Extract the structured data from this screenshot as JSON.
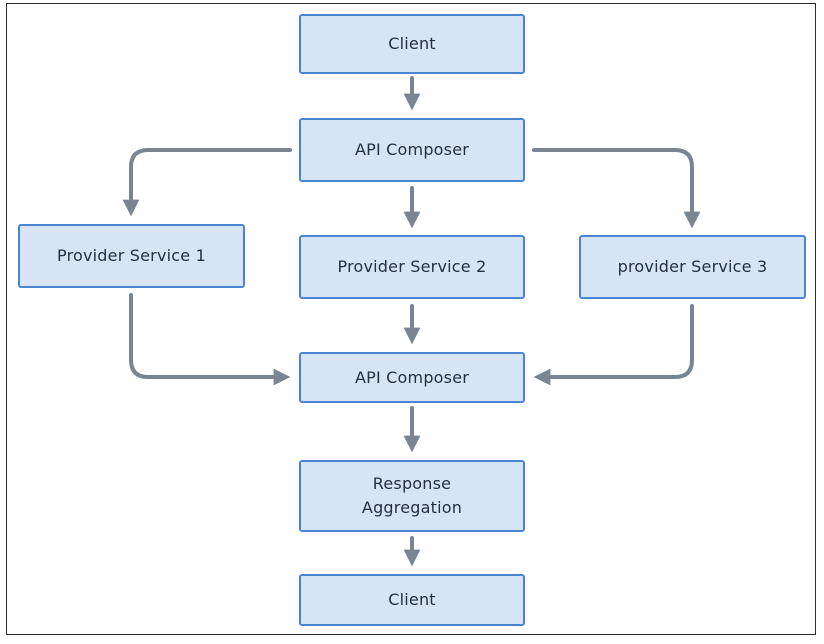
{
  "diagram": {
    "nodes": {
      "client_top": "Client",
      "composer_top": "API Composer",
      "provider_1": "Provider Service 1",
      "provider_2": "Provider Service 2",
      "provider_3": "provider Service 3",
      "composer_bottom": "API Composer",
      "response_aggregation": "Response\nAggregation",
      "client_bottom": "Client"
    },
    "colors": {
      "node_fill": "#d6e4f5",
      "node_border": "#4a86d0",
      "arrow": "#7a8594",
      "text": "#27303f"
    }
  }
}
